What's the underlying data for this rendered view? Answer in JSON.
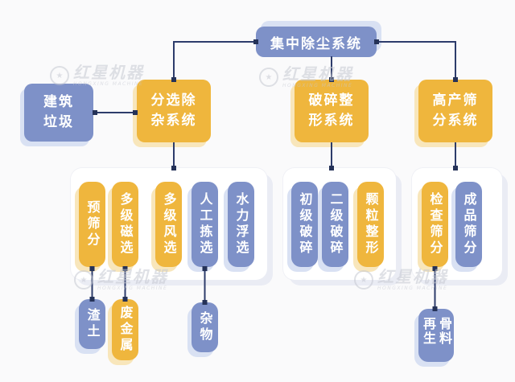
{
  "colors": {
    "node_blue": "#7e91c8",
    "node_yellow": "#efb63d",
    "line": "#2d3c6b",
    "dot": "#253258",
    "shadow_blue": "#d9e1f3",
    "shadow_yellow": "#f8e6bb",
    "container_bg": "#ffffff",
    "background": "#fafafb",
    "watermark": "#c6c9d2"
  },
  "top_box": {
    "label": "集中除尘系统",
    "color": "blue"
  },
  "source_box": {
    "label": "建筑\n垃圾",
    "color": "blue"
  },
  "systems": [
    {
      "label": "分选除\n杂系统",
      "color": "yellow"
    },
    {
      "label": "破碎整\n形系统",
      "color": "yellow"
    },
    {
      "label": "高产筛\n分系统",
      "color": "yellow"
    }
  ],
  "groups": [
    {
      "items": [
        {
          "label": "预筛分",
          "color": "yellow"
        },
        {
          "label": "多级磁选",
          "color": "yellow"
        },
        {
          "label": "多级风选",
          "color": "yellow"
        },
        {
          "label": "人工拣选",
          "color": "blue"
        },
        {
          "label": "水力浮选",
          "color": "blue"
        }
      ]
    },
    {
      "items": [
        {
          "label": "初级破碎",
          "color": "blue"
        },
        {
          "label": "二级破碎",
          "color": "blue"
        },
        {
          "label": "颗粒整形",
          "color": "yellow"
        }
      ]
    },
    {
      "items": [
        {
          "label": "检查筛分",
          "color": "yellow"
        },
        {
          "label": "成品筛分",
          "color": "blue"
        }
      ]
    }
  ],
  "outputs": [
    {
      "label": "渣土",
      "color": "blue"
    },
    {
      "label": "废金属",
      "color": "yellow"
    },
    {
      "label": "杂物",
      "color": "blue"
    },
    {
      "label": "再生骨料",
      "color": "blue"
    }
  ],
  "edges": [
    [
      "集中除尘系统",
      "分选除杂系统"
    ],
    [
      "集中除尘系统",
      "破碎整形系统"
    ],
    [
      "集中除尘系统",
      "高产筛分系统"
    ],
    [
      "建筑垃圾",
      "分选除杂系统"
    ],
    [
      "分选除杂系统",
      "预筛分/多级磁选/多级风选/人工拣选/水力浮选"
    ],
    [
      "破碎整形系统",
      "初级破碎/二级破碎/颗粒整形"
    ],
    [
      "高产筛分系统",
      "检查筛分/成品筛分"
    ],
    [
      "预筛分",
      "渣土"
    ],
    [
      "多级磁选",
      "废金属"
    ],
    [
      "人工拣选",
      "杂物"
    ],
    [
      "检查筛分",
      "再生骨料"
    ]
  ],
  "watermark": {
    "icon": "star-badge",
    "brand": "红星机器",
    "subtext": "HONGXING MACHINE"
  }
}
